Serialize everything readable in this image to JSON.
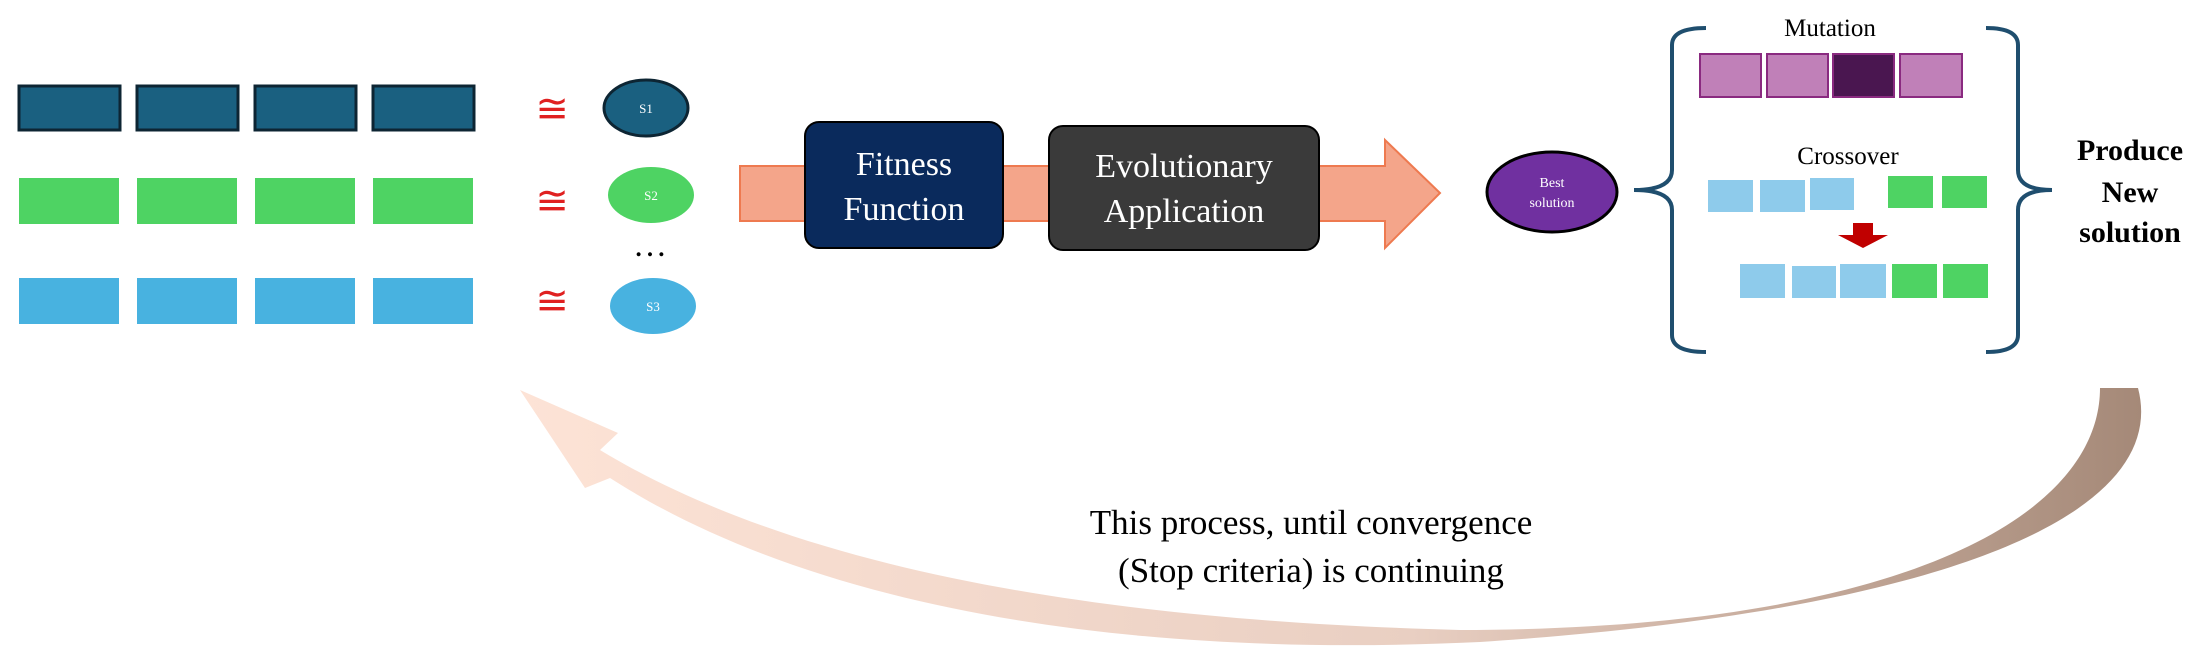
{
  "colors": {
    "dark_blue": "#1a6080",
    "green": "#4ed363",
    "light_blue": "#48b2e0",
    "approx_red": "#e02020",
    "navy": "#0a2a5c",
    "dark_gray": "#3a3a3a",
    "arrow_salmon": "#f4a58a",
    "arrow_stroke": "#ee7a50",
    "purple": "#7030a0",
    "mutation_pink": "#c080b8",
    "mutation_dark": "#4a1650",
    "crossover_light": "#8ecbeb",
    "crossover_green": "#4ed363",
    "down_arrow_red": "#c00000",
    "brace_blue": "#1f4e6e",
    "loop_light": "#fde3d6",
    "loop_dark": "#a58978"
  },
  "population": {
    "approx_symbol": "≅",
    "ellipsis": "…",
    "solutions": [
      {
        "label": "S1"
      },
      {
        "label": "S2"
      },
      {
        "label": "S3"
      }
    ]
  },
  "fitness_box": {
    "line1": "Fitness",
    "line2": "Function"
  },
  "evolution_box": {
    "line1": "Evolutionary",
    "line2": "Application"
  },
  "best_solution": {
    "line1": "Best",
    "line2": "solution"
  },
  "operators": {
    "mutation_label": "Mutation",
    "crossover_label": "Crossover"
  },
  "produce_label": {
    "line1": "Produce",
    "line2": "New",
    "line3": "solution"
  },
  "loop_text": {
    "line1": "This process, until convergence",
    "line2": "(Stop criteria) is continuing"
  }
}
